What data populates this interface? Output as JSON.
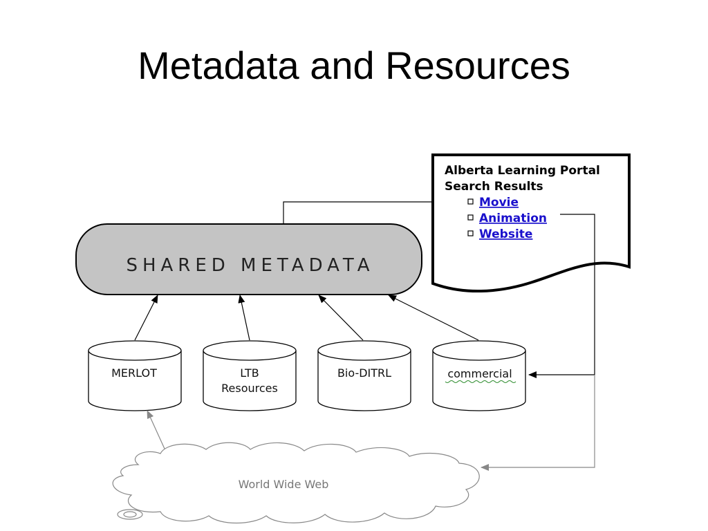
{
  "slide": {
    "title": "Metadata and Resources"
  },
  "diagram": {
    "shared_metadata": "SHARED METADATA",
    "portal": {
      "title_line1": "Alberta Learning Portal",
      "title_line2": "Search Results",
      "links": [
        "Movie",
        "Animation",
        "Website"
      ]
    },
    "repositories": {
      "merlot": "MERLOT",
      "ltb_line1": "LTB",
      "ltb_line2": "Resources",
      "bio": "Bio-DITRL",
      "commercial": "commercial"
    },
    "cloud": "World Wide Web"
  }
}
